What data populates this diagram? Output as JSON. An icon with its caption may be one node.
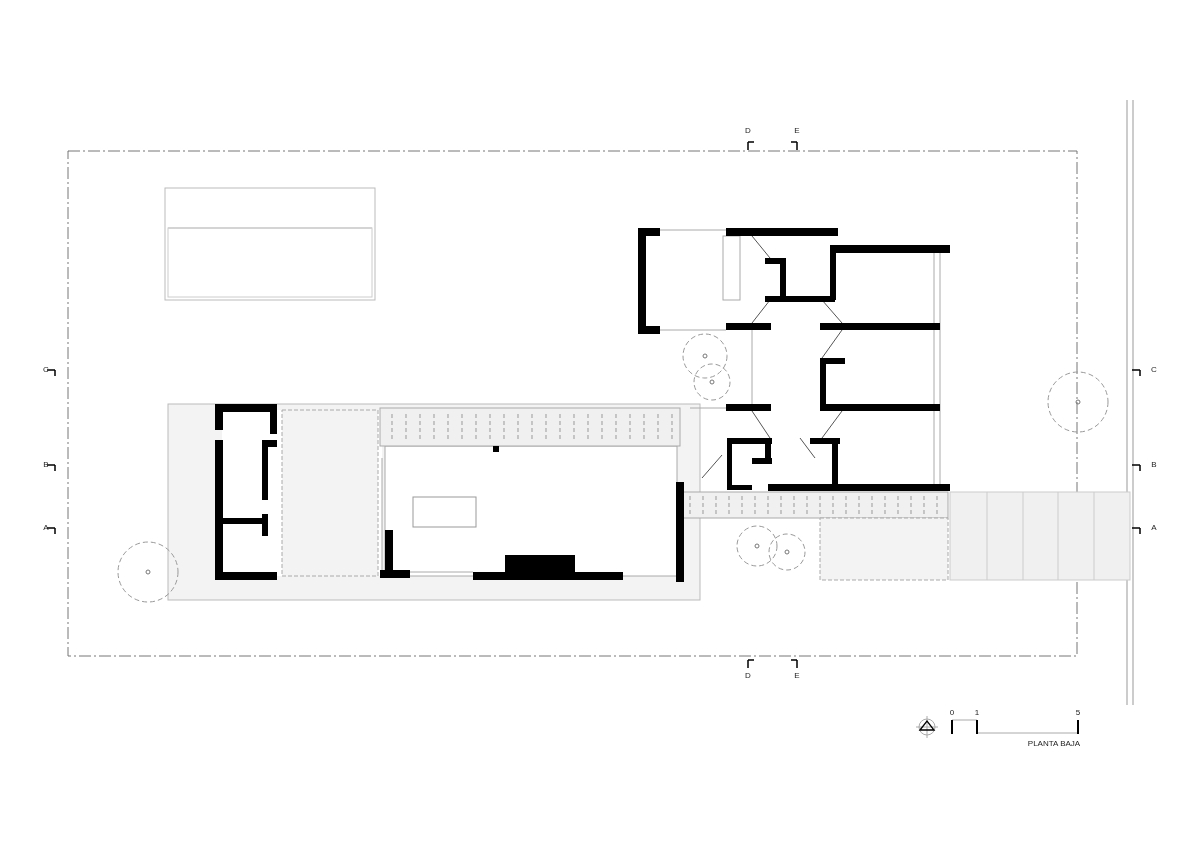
{
  "diagram": {
    "labels": [
      "D",
      "E",
      "C",
      "C",
      "B",
      "B",
      "A",
      "A",
      "D",
      "E",
      "0",
      "1",
      "5",
      "PLANTA BAJA"
    ]
  }
}
